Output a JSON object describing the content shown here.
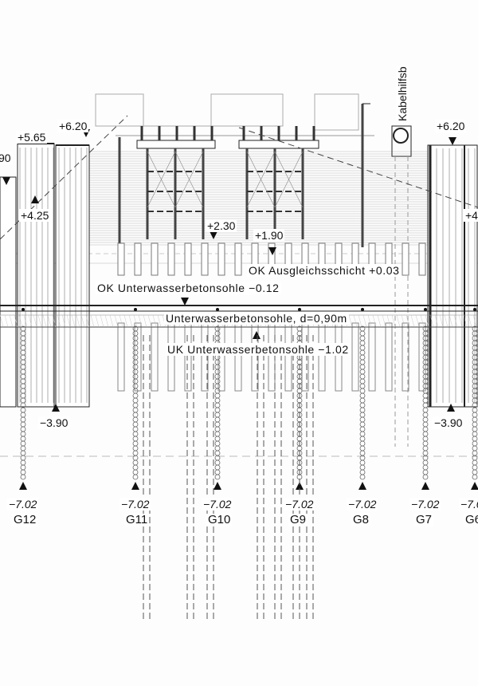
{
  "elevations": {
    "left_partial": "90",
    "left_5_65": "+5.65",
    "left_6_20": "+6.20",
    "left_4_25": "+4.25",
    "mid_2_30": "+2.30",
    "mid_1_90": "+1.90",
    "right_6_20": "+6.20",
    "right_partial": "+4",
    "left_minus_3_90": "−3.90",
    "right_minus_3_90": "−3.90"
  },
  "annotations": {
    "ok_ausgleich": "OK Ausgleichsschicht +0.03",
    "ok_uwb": "OK Unterwasserbetonsohle −0.12",
    "uwb_thickness": "Unterwasserbetonsohle, d=0,90m",
    "uk_uwb": "UK Unterwasserbetonsohle −1.02",
    "kabel": "Kabelhilfsb"
  },
  "piles": [
    {
      "name": "G12",
      "level": "−7.02"
    },
    {
      "name": "G11",
      "level": "−7.02"
    },
    {
      "name": "G10",
      "level": "−7.02"
    },
    {
      "name": "G9",
      "level": "−7.02"
    },
    {
      "name": "G8",
      "level": "−7.02"
    },
    {
      "name": "G7",
      "level": "−7.02"
    },
    {
      "name": "G6",
      "level": "−7.0"
    }
  ]
}
